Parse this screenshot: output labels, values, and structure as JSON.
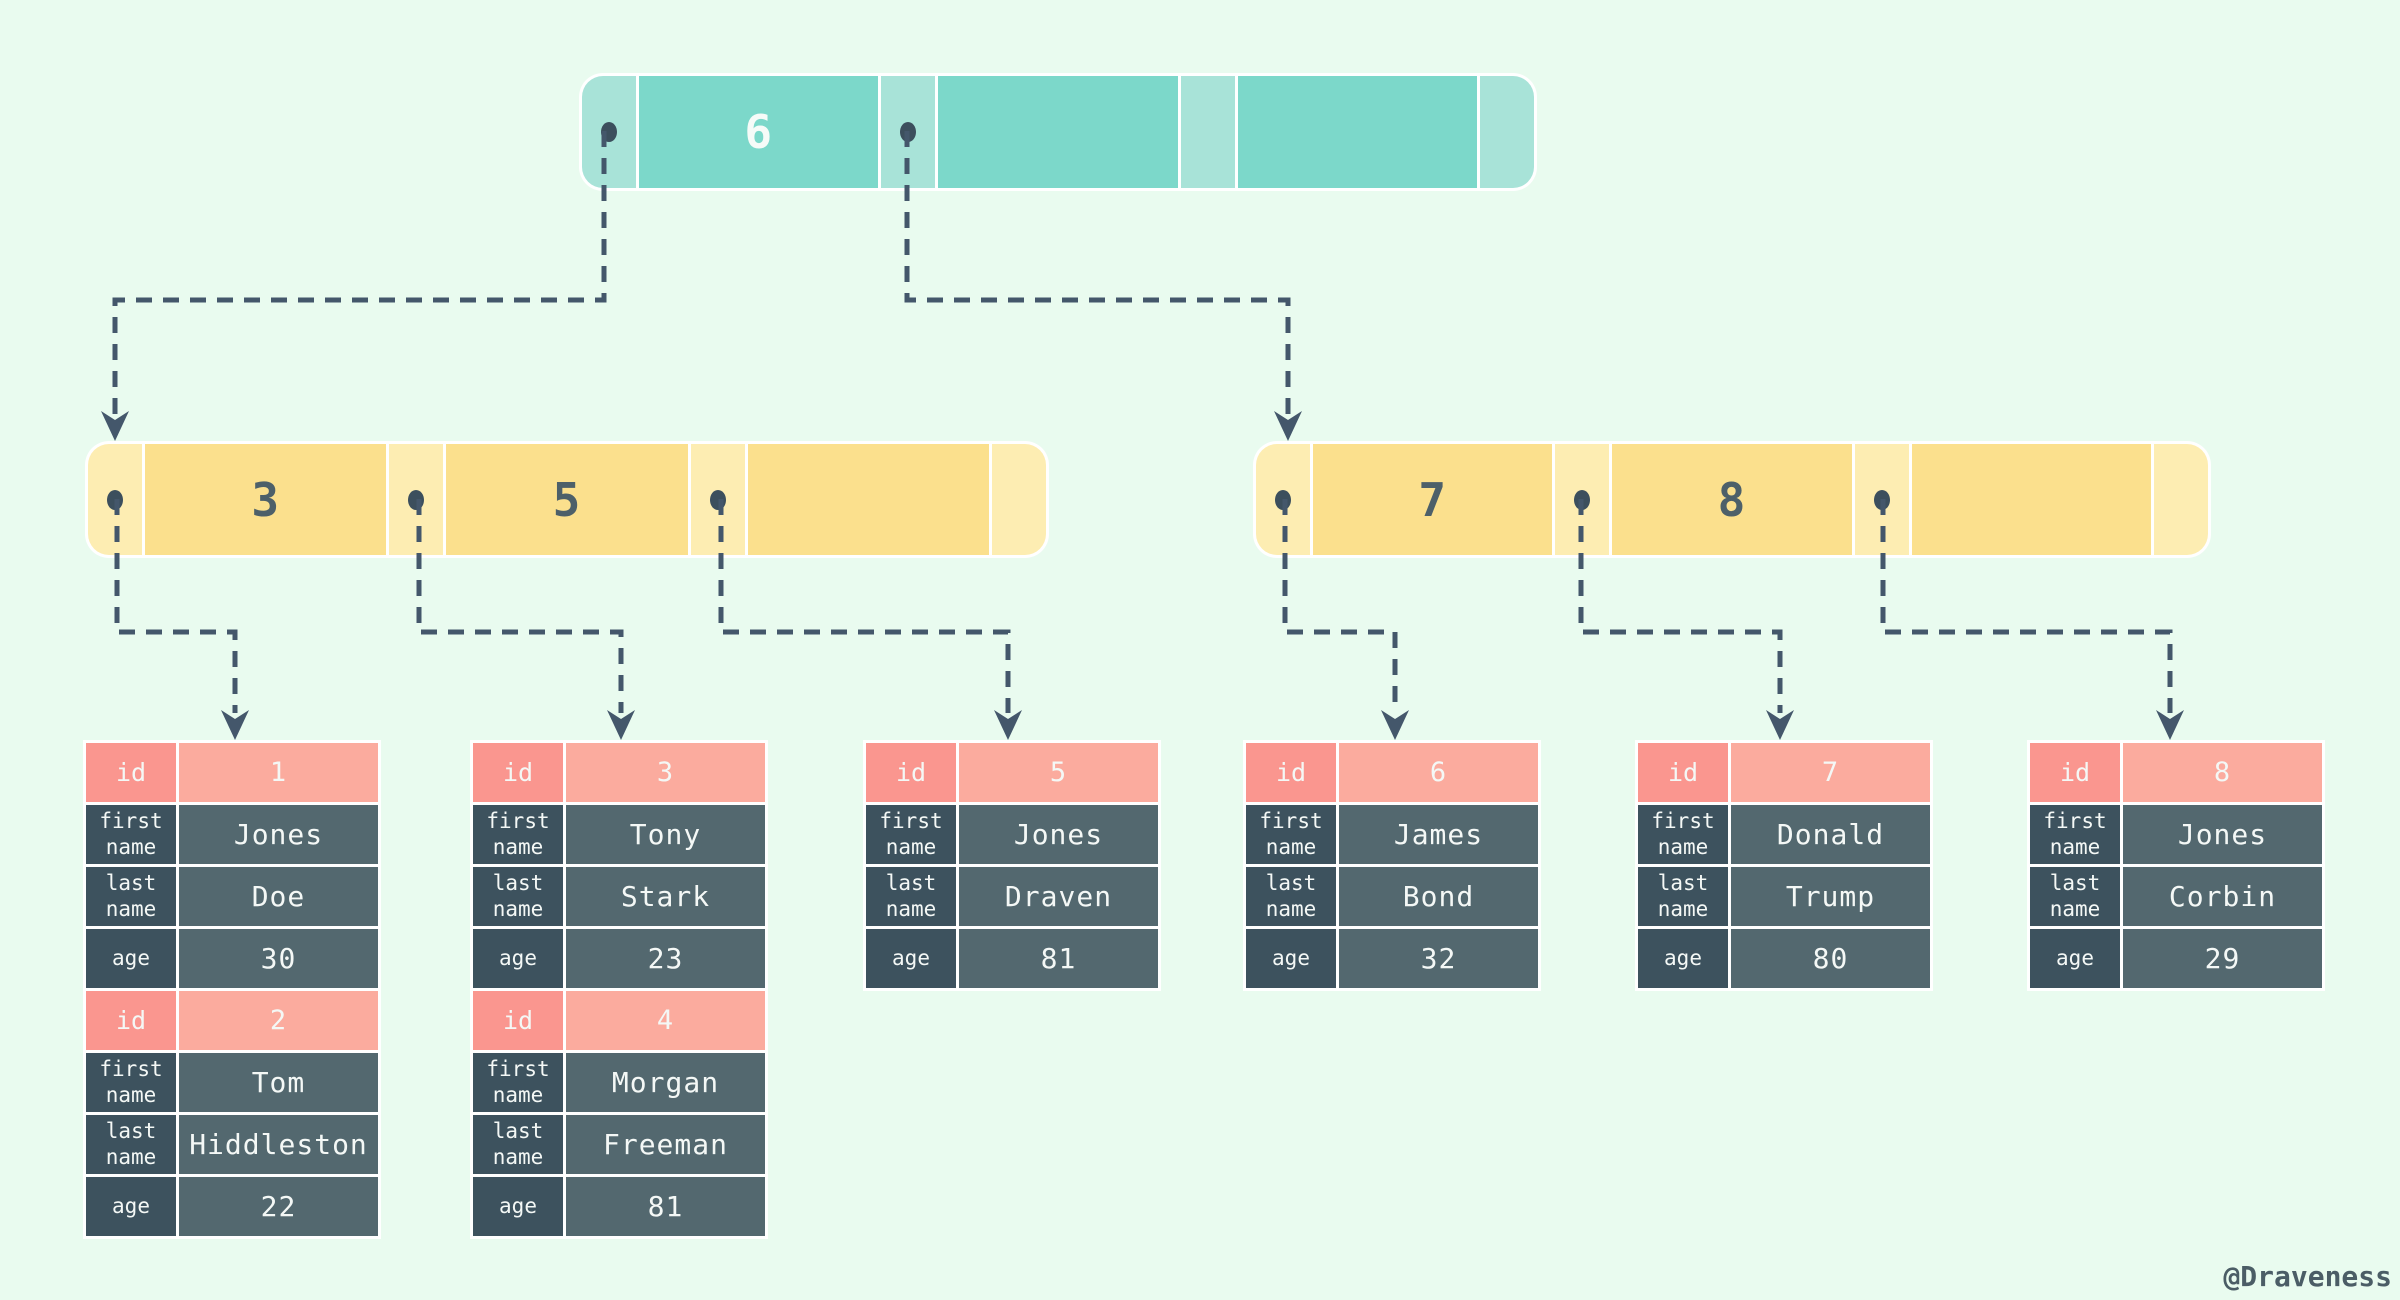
{
  "diagram": {
    "type": "b-plus-tree-index",
    "watermark": "@Draveness"
  },
  "palette": {
    "background": "#e9fbef",
    "teal_pointer": "#a8e3d8",
    "teal_key": "#7cd8ca",
    "gold_pointer": "#fdedb2",
    "gold_key": "#fbe08d",
    "pink_label": "#fa968f",
    "pink_value": "#fbab9e",
    "slate_label": "#3d525e",
    "slate_value": "#53686f",
    "arrow": "#44576b",
    "white_text": "#f4f8f6"
  },
  "tree": {
    "root": {
      "keys": [
        "6",
        "",
        ""
      ]
    },
    "internal_left": {
      "keys": [
        "3",
        "5",
        ""
      ]
    },
    "internal_right": {
      "keys": [
        "7",
        "8",
        ""
      ]
    }
  },
  "labels": {
    "id": "id",
    "first_name": "first name",
    "last_name": "last name",
    "age": "age"
  },
  "tables": [
    {
      "records": [
        {
          "id": "1",
          "first_name": "Jones",
          "last_name": "Doe",
          "age": "30"
        },
        {
          "id": "2",
          "first_name": "Tom",
          "last_name": "Hiddleston",
          "age": "22"
        }
      ]
    },
    {
      "records": [
        {
          "id": "3",
          "first_name": "Tony",
          "last_name": "Stark",
          "age": "23"
        },
        {
          "id": "4",
          "first_name": "Morgan",
          "last_name": "Freeman",
          "age": "81"
        }
      ]
    },
    {
      "records": [
        {
          "id": "5",
          "first_name": "Jones",
          "last_name": "Draven",
          "age": "81"
        }
      ]
    },
    {
      "records": [
        {
          "id": "6",
          "first_name": "James",
          "last_name": "Bond",
          "age": "32"
        }
      ]
    },
    {
      "records": [
        {
          "id": "7",
          "first_name": "Donald",
          "last_name": "Trump",
          "age": "80"
        }
      ]
    },
    {
      "records": [
        {
          "id": "8",
          "first_name": "Jones",
          "last_name": "Corbin",
          "age": "29"
        }
      ]
    }
  ]
}
